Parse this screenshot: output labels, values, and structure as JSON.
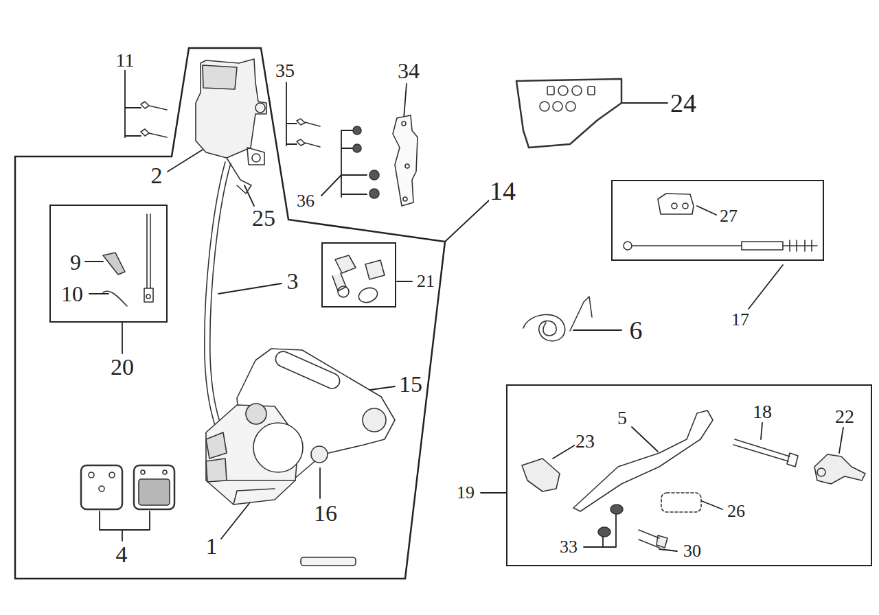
{
  "diagram": {
    "nodes": [
      {
        "text": [
          "14",
          "2",
          "25",
          "3",
          "15",
          "16",
          "1",
          "4"
        ]
      },
      {
        "text": [
          "9",
          "10",
          "20"
        ],
        "in": 0
      },
      {
        "text": [
          "21"
        ],
        "in": 0
      },
      {
        "text": [
          "27",
          "17"
        ]
      },
      {
        "text": [
          "19",
          "23",
          "5",
          "18",
          "22",
          "26",
          "33",
          "30"
        ]
      }
    ],
    "edges": [],
    "labels": [
      "11",
      "35",
      "36",
      "34",
      "24",
      "6"
    ]
  }
}
